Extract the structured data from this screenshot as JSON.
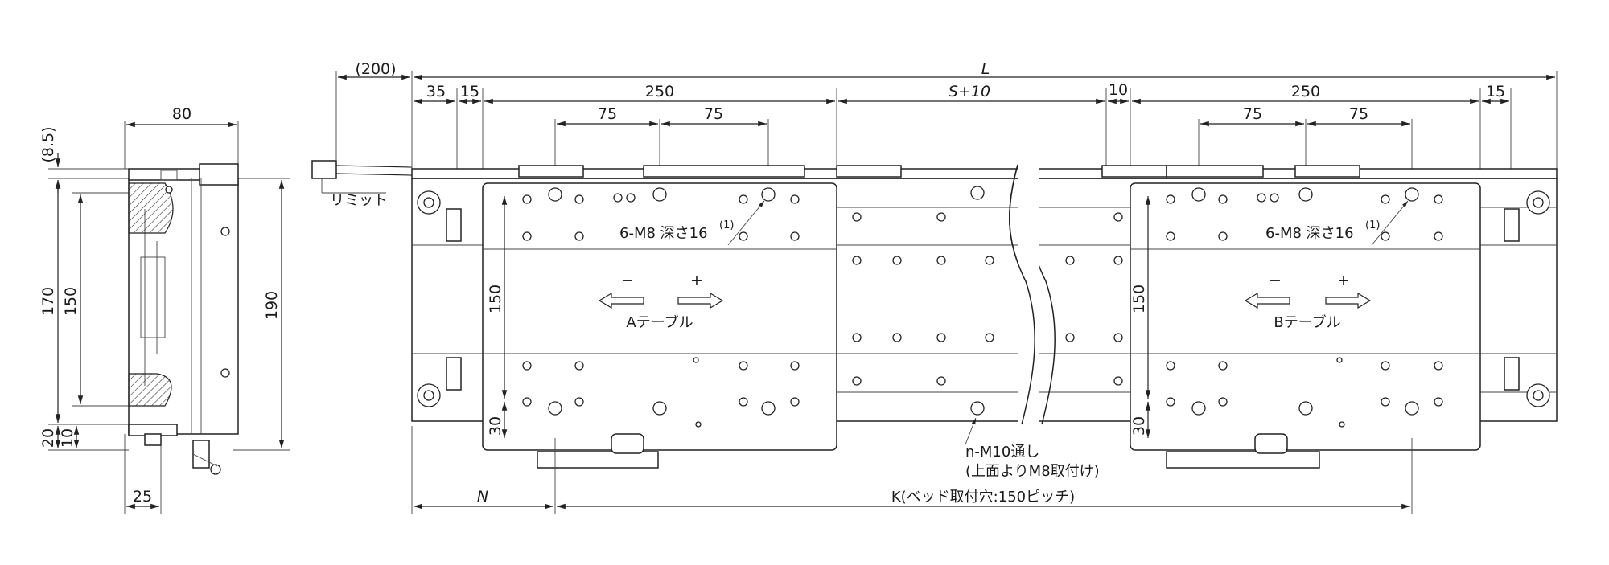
{
  "side_view": {
    "width_top": "80",
    "offset_top": "(8.5)",
    "height_outer": "170",
    "height_inner": "150",
    "height_total": "190",
    "offset_bottom_20": "20",
    "offset_bottom_10": "10",
    "bottom_width": "25"
  },
  "top_view": {
    "cable_length": "(200)",
    "overall_length": "L",
    "end_35": "35",
    "end_15_left": "15",
    "table_a_length": "250",
    "stroke": "S+10",
    "gap_10": "10",
    "table_b_length": "250",
    "end_15_right": "15",
    "pitch_a_1": "75",
    "pitch_a_2": "75",
    "pitch_b_1": "75",
    "pitch_b_2": "75",
    "limit_label": "リミット",
    "tap_a": "6-M8 深さ16",
    "tap_a_sup": "(1)",
    "tap_b": "6-M8 深さ16",
    "tap_b_sup": "(1)",
    "table_a_label": "Aテーブル",
    "table_b_label": "Bテーブル",
    "minus": "−",
    "plus": "+",
    "height_150_a": "150",
    "height_30_a": "30",
    "height_150_b": "150",
    "height_30_b": "30",
    "mount_hole_1": "n-M10通し",
    "mount_hole_2": "(上面よりM8取付け)",
    "dim_n": "N",
    "dim_k": "K(ベッド取付穴:150ピッチ)"
  }
}
